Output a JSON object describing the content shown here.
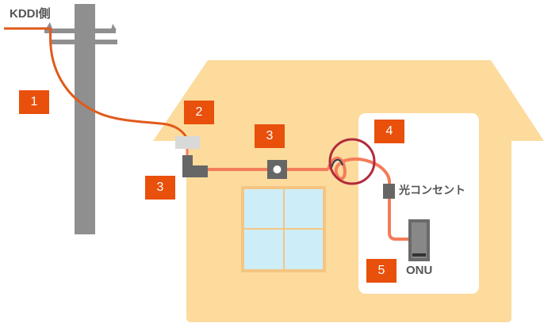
{
  "labels": {
    "provider": "KDDI側",
    "outlet": "光コンセント",
    "onu": "ONU"
  },
  "steps": [
    {
      "number": "1"
    },
    {
      "number": "2"
    },
    {
      "number": "3"
    },
    {
      "number": "3"
    },
    {
      "number": "4"
    },
    {
      "number": "5"
    }
  ],
  "colors": {
    "house": "#fddb9d",
    "pole": "#8f8f8f",
    "cable_outside": "#e05a1a",
    "cable_inside": "#f47c5a",
    "badge": "#e8500c",
    "highlight_ring": "#b22a3c",
    "window": "#cdeef8"
  },
  "icons": {
    "utility_pole": "utility-pole-icon",
    "house": "house-icon",
    "window": "window-icon",
    "pole_connector": "pole-connector-icon",
    "cable_lead_in": "cable-lead-in-icon",
    "cable_clip": "cable-clip-icon",
    "optical_outlet": "optical-outlet-icon",
    "onu_device": "onu-device-icon"
  }
}
